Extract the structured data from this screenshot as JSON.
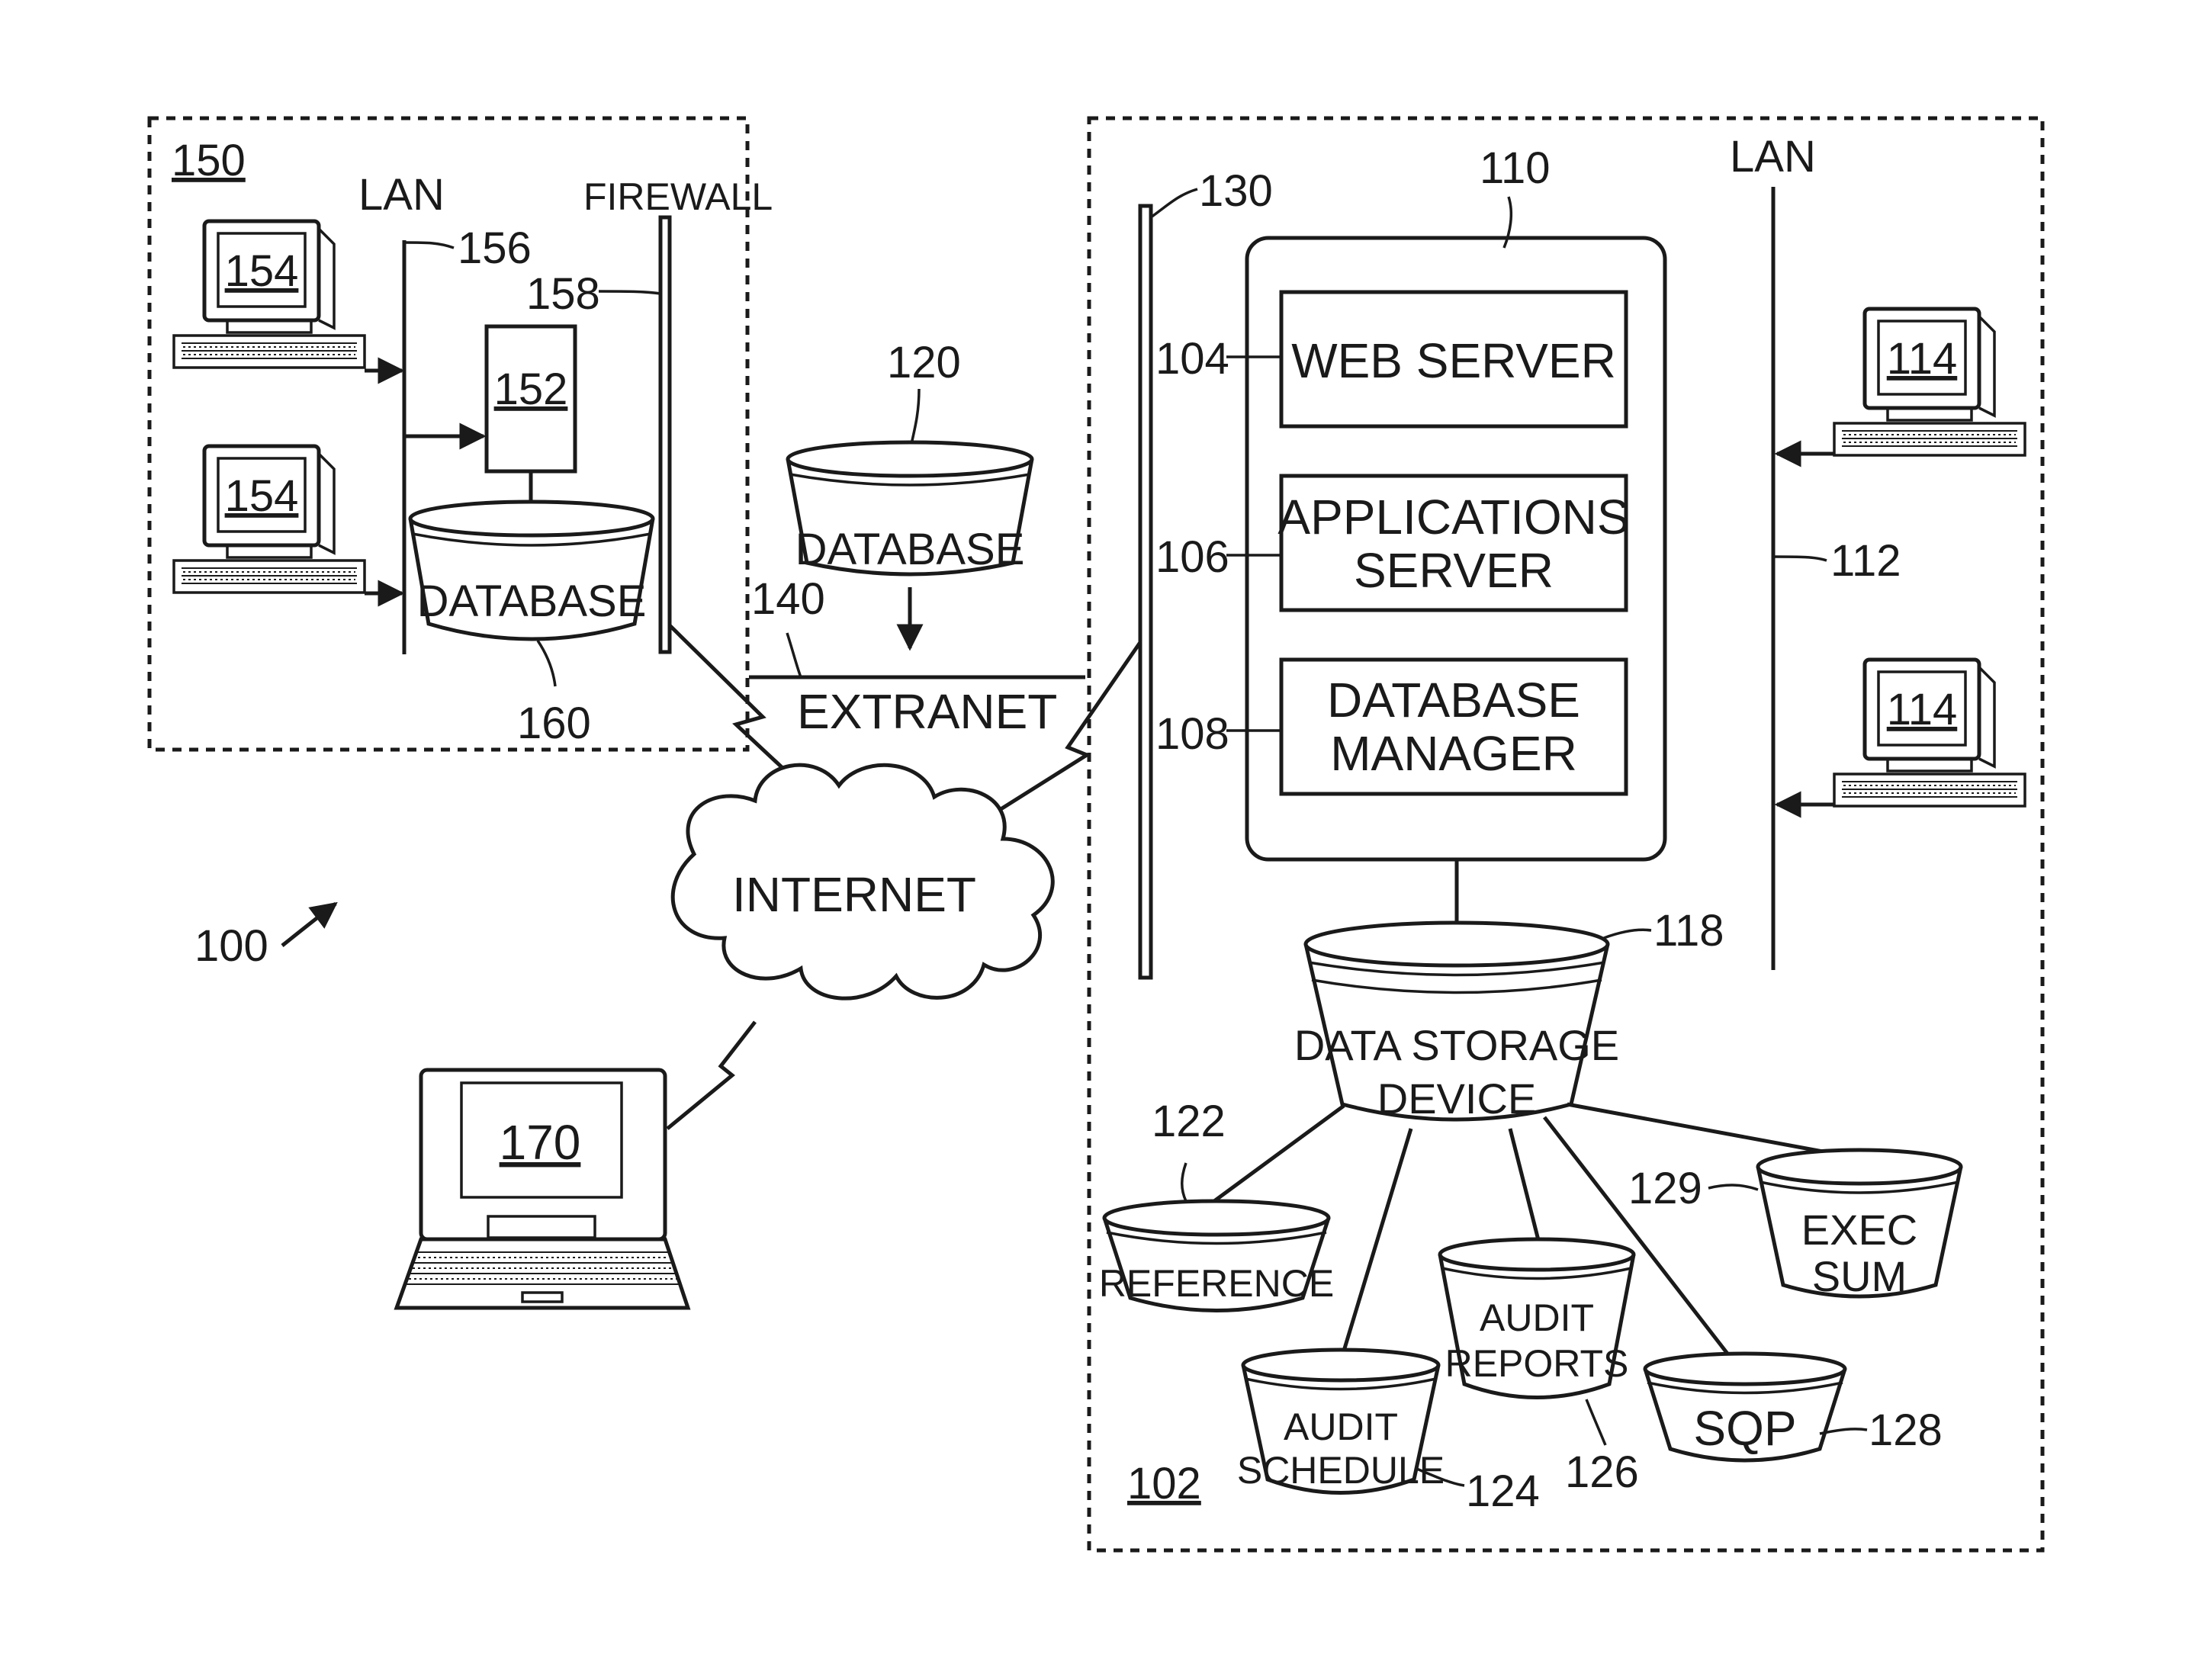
{
  "figure_ref": "100",
  "client_system": {
    "ref": "150",
    "lan_label": "LAN",
    "lan_ref": "156",
    "firewall_label": "FIREWALL",
    "firewall_ref": "158",
    "workstation_refs": [
      "154",
      "154"
    ],
    "server_ref": "152",
    "database_label": "DATABASE",
    "database_ref": "160"
  },
  "extranet": {
    "label": "EXTRANET",
    "ref": "140",
    "database_label": "DATABASE",
    "database_ref": "120"
  },
  "internet": {
    "label": "INTERNET"
  },
  "laptop": {
    "ref": "170"
  },
  "host_system": {
    "ref": "102",
    "bus_ref": "130",
    "server_ref": "110",
    "modules": [
      {
        "ref": "104",
        "label_lines": [
          "WEB SERVER"
        ]
      },
      {
        "ref": "106",
        "label_lines": [
          "APPLICATIONS",
          "SERVER"
        ]
      },
      {
        "ref": "108",
        "label_lines": [
          "DATABASE",
          "MANAGER"
        ]
      }
    ],
    "lan_label": "LAN",
    "lan_ref": "112",
    "workstation_refs": [
      "114",
      "114"
    ],
    "storage": {
      "ref": "118",
      "label_lines": [
        "DATA STORAGE",
        "DEVICE"
      ]
    },
    "databases": [
      {
        "ref": "122",
        "label_lines": [
          "REFERENCE"
        ]
      },
      {
        "ref": "124",
        "label_lines": [
          "AUDIT",
          "SCHEDULE"
        ]
      },
      {
        "ref": "126",
        "label_lines": [
          "AUDIT",
          "REPORTS"
        ]
      },
      {
        "ref": "128",
        "label_lines": [
          "SQP"
        ]
      },
      {
        "ref": "129",
        "label_lines": [
          "EXEC",
          "SUM"
        ]
      }
    ]
  }
}
